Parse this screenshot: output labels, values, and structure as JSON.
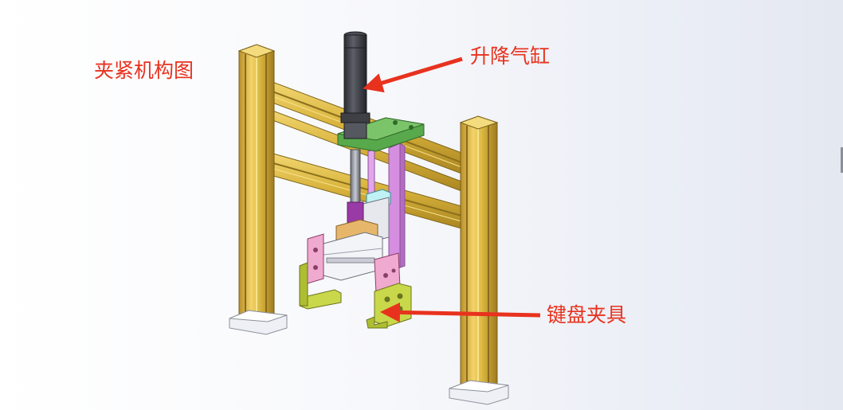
{
  "title": "夹紧机构图",
  "callouts": [
    {
      "text": "升降气缸",
      "target": "lift-cylinder"
    },
    {
      "text": "键盘夹具",
      "target": "keyboard-fixture"
    }
  ],
  "colors": {
    "label": "#e8321e",
    "frame": "#d9b640",
    "cylinder": "#3b3d42",
    "mount_plate": "#58a84c",
    "slide_bracket": "#d58ee0",
    "gripper": "#f0a9cf",
    "fixture": "#c9d84a",
    "foot": "#eef0f5"
  }
}
